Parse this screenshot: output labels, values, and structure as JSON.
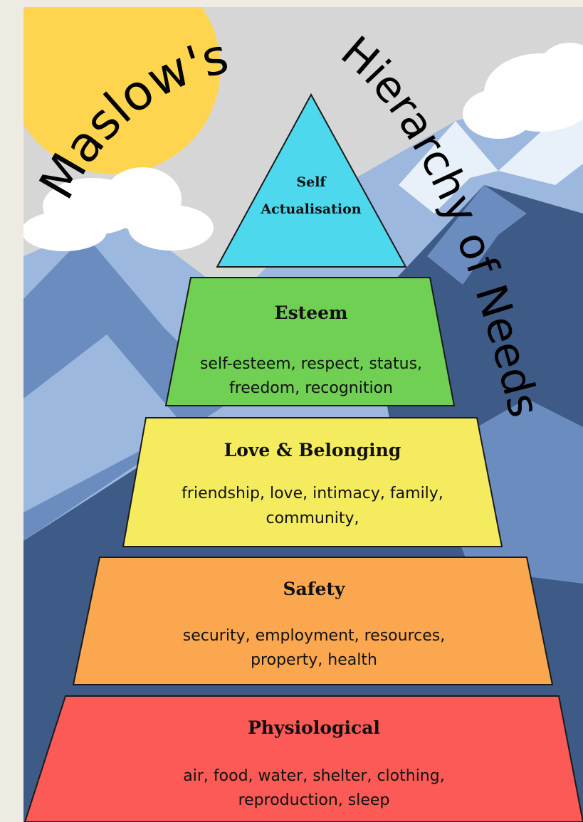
{
  "title": {
    "part1": "Maslow's",
    "part2": "Hierarchy of Needs"
  },
  "levels": [
    {
      "name": "Self Actualisation",
      "title_lines": [
        "Self",
        "Actualisation"
      ],
      "desc_lines": [],
      "color": "#4DD8EE"
    },
    {
      "name": "Esteem",
      "title_lines": [
        "Esteem"
      ],
      "desc_lines": [
        "self-esteem, respect, status,",
        "freedom, recognition"
      ],
      "color": "#6FD053"
    },
    {
      "name": "Love & Belonging",
      "title_lines": [
        "Love & Belonging"
      ],
      "desc_lines": [
        "friendship, love, intimacy, family,",
        "community,"
      ],
      "color": "#F4EC5E"
    },
    {
      "name": "Safety",
      "title_lines": [
        "Safety"
      ],
      "desc_lines": [
        "security, employment, resources,",
        "property, health"
      ],
      "color": "#FBA750"
    },
    {
      "name": "Physiological",
      "title_lines": [
        "Physiological"
      ],
      "desc_lines": [
        "air, food, water, shelter, clothing,",
        "reproduction, sleep"
      ],
      "color": "#FB5A56"
    }
  ],
  "colors": {
    "sky": "#D6D6D6",
    "sun": "#FFD54F",
    "mountain_dark": "#3E5A86",
    "mountain_mid": "#6B8CBF",
    "mountain_light": "#9DB8DF",
    "snow": "#E8F0FA",
    "cloud": "#FFFFFF",
    "outline": "#1A1A1A"
  }
}
